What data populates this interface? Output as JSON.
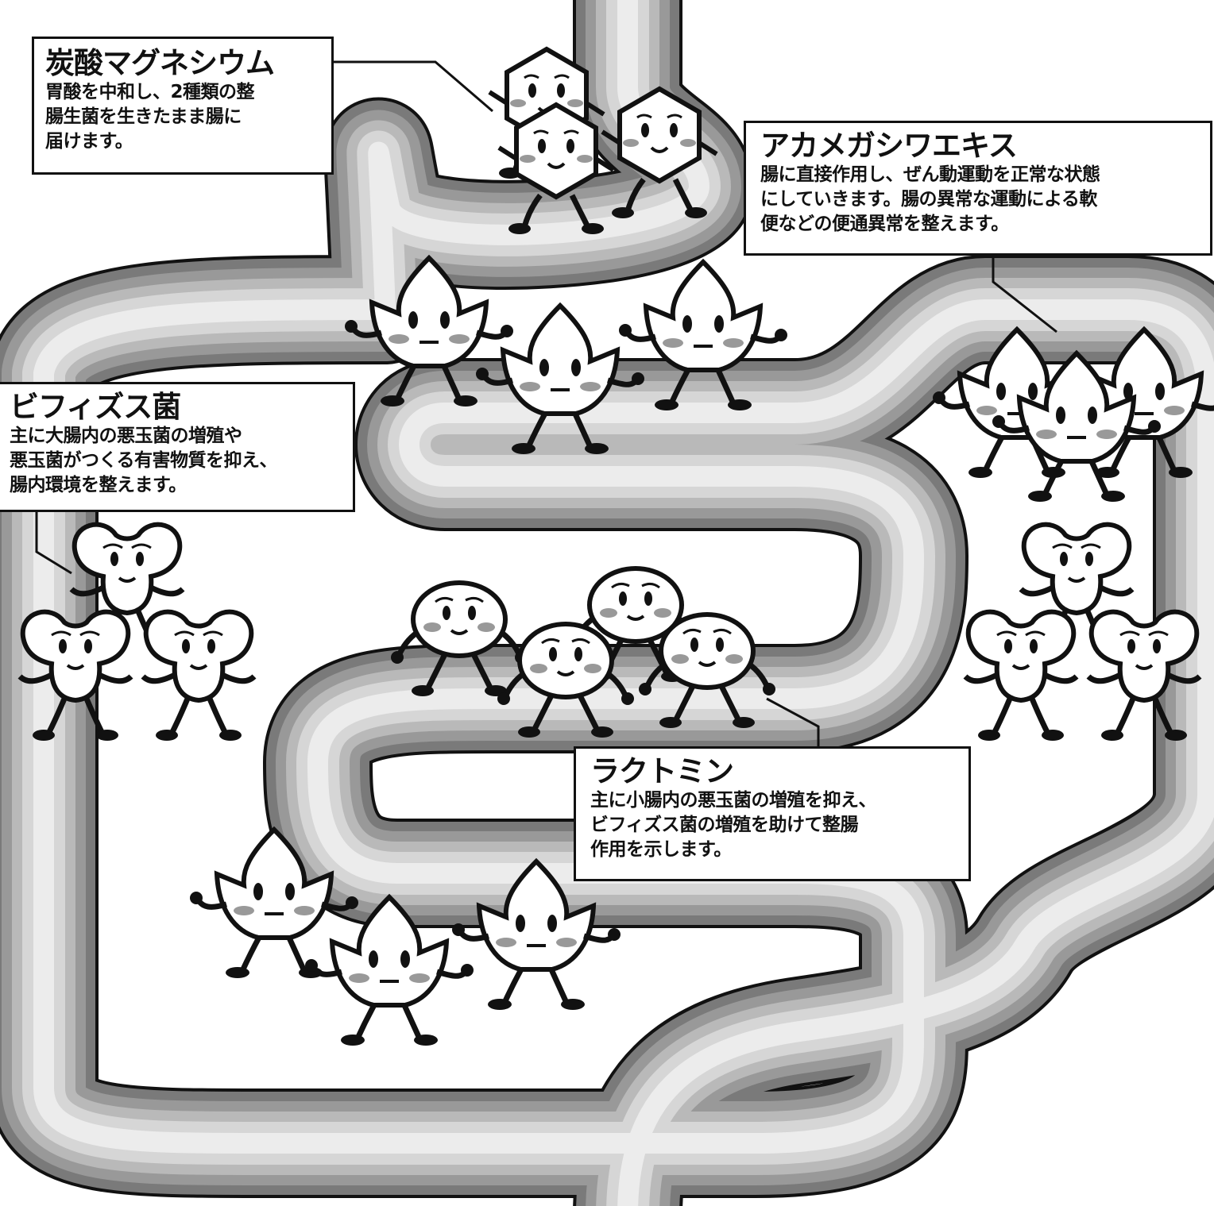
{
  "colors": {
    "intestine_outer": "#777777",
    "intestine_mid": "#a8a8a8",
    "intestine_inner": "#dddddd",
    "ink": "#111111",
    "cheek": "#999999",
    "paper": "#ffffff"
  },
  "labels": {
    "magnesium": {
      "title": "炭酸マグネシウム",
      "lines": [
        "胃酸を中和し、2種類の整",
        "腸生菌を生きたまま腸に",
        "届けます。"
      ]
    },
    "akamegashiwa": {
      "title": "アカメガシワエキス",
      "lines": [
        "腸に直接作用し、ぜん動運動を正常な状態",
        "にしていきます。腸の異常な運動による軟",
        "便などの便通異常を整えます。"
      ]
    },
    "bifidus": {
      "title": "ビフィズス菌",
      "lines": [
        "主に大腸内の悪玉菌の増殖や",
        "悪玉菌がつくる有害物質を抑え、",
        "腸内環境を整えます。"
      ]
    },
    "lactomin": {
      "title": "ラクトミン",
      "lines": [
        "主に小腸内の悪玉菌の増殖を抑え、",
        "ビフィズス菌の増殖を助けて整腸",
        "作用を示します。"
      ]
    }
  },
  "characters": {
    "hexagon": "hexagon-mascot",
    "leaf": "leaf-mascot",
    "peanut": "peanut-mascot",
    "ball": "ball-mascot"
  }
}
